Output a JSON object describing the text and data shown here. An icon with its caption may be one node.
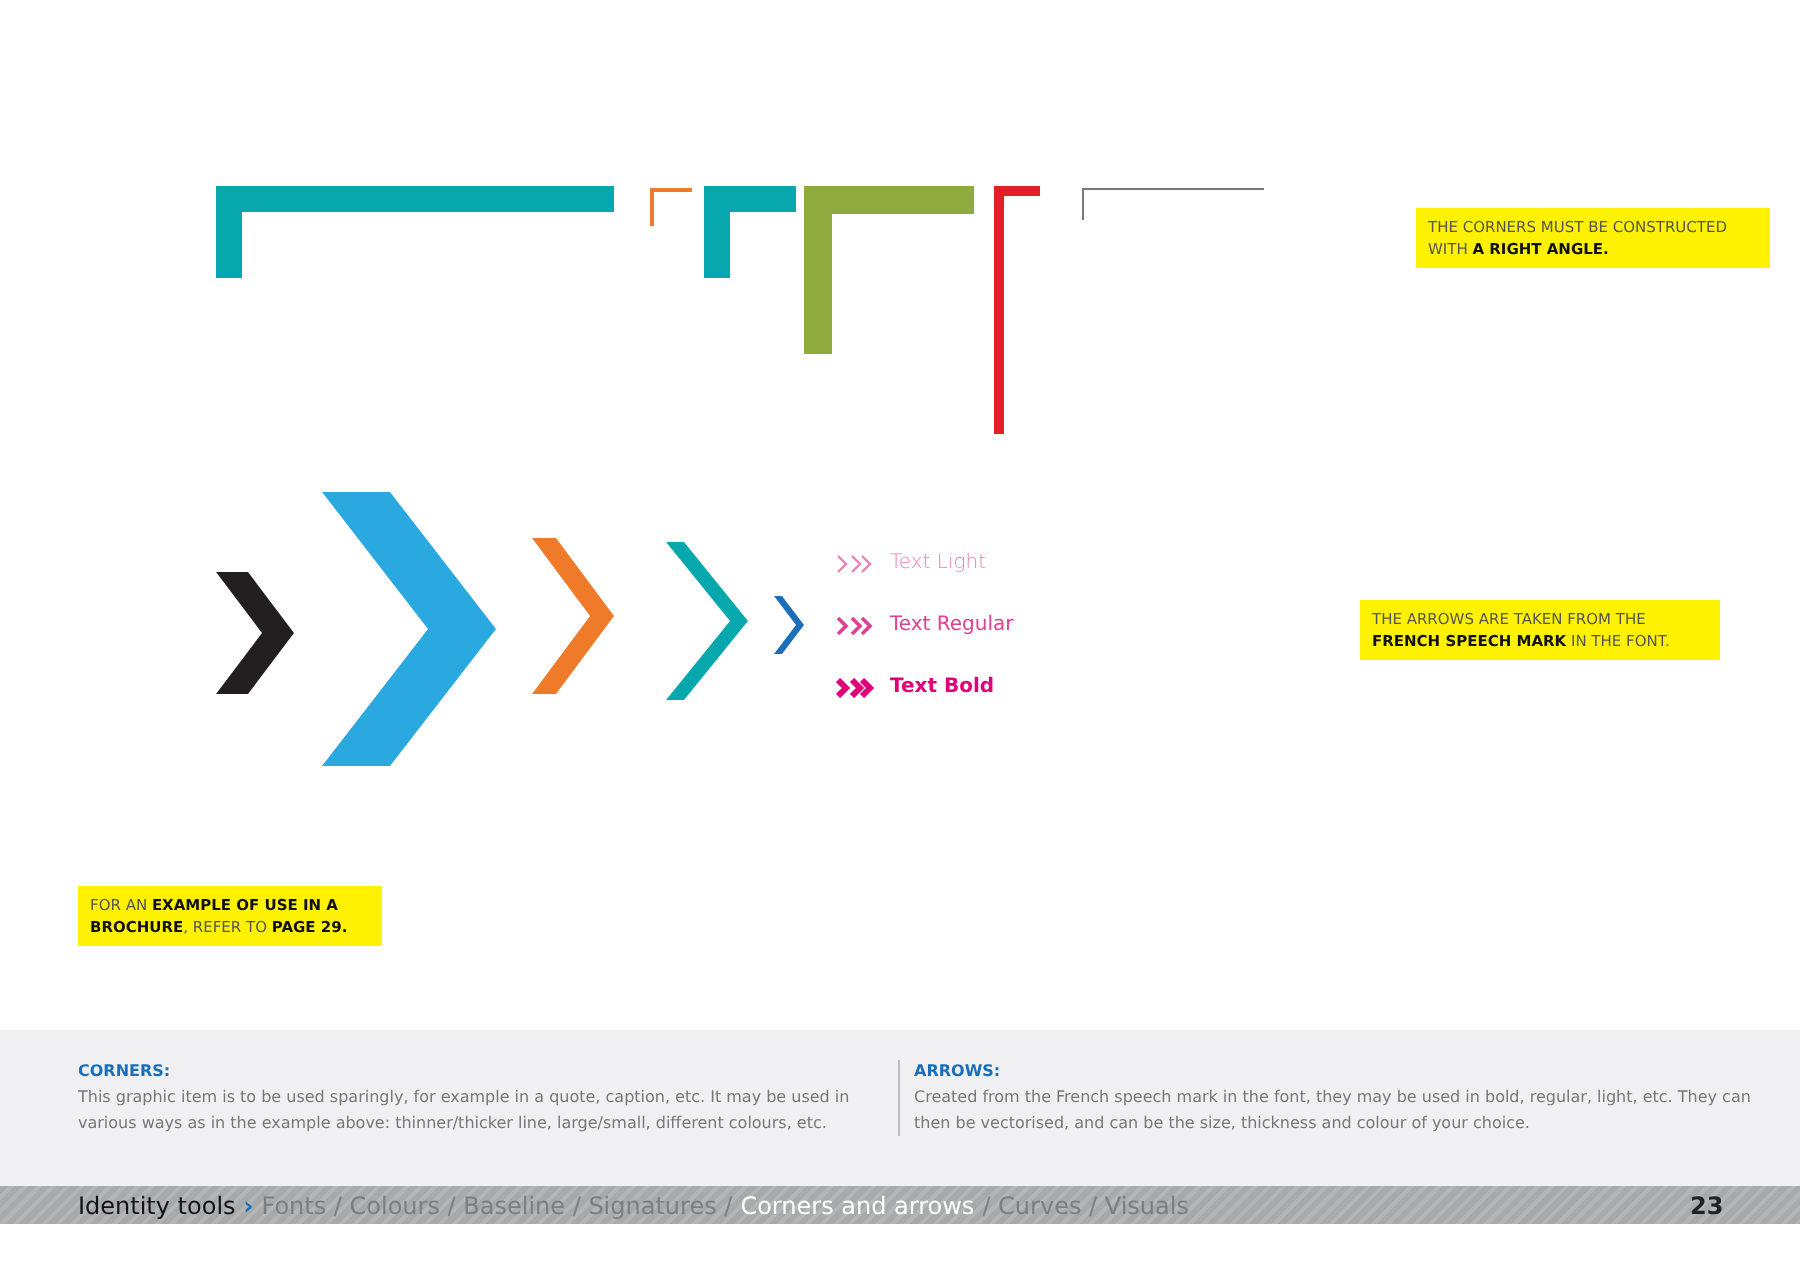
{
  "diagram": {
    "labels": [
      "THE CORNERS MUST BE CONSTRUCTED WITH **A RIGHT ANGLE.**",
      "Text Light",
      "Text Regular",
      "THE ARROWS ARE TAKEN FROM THE **FRENCH SPEECH MARK** IN THE FONT.",
      "Text Bold",
      "FOR AN **EXAMPLE OF USE IN A BROCHURE**, REFER TO **PAGE 29.**",
      "CORNERS:",
      "This graphic item is to be used sparingly, for example in a quote, caption, etc. It may be used in various ways as in the example above: thinner/thicker line, large/small, different colours, etc.",
      "ARROWS:",
      "Created from the French speech mark in the font, they may be used in bold, regular, light, etc. They can then be vectorised, and can be the size, thickness and colour of your choice.",
      "Identity tools",
      "›",
      "Fonts / Colours / Baseline / Signatures /",
      "Corners and arrows",
      "/ Curves / Visuals",
      "23"
    ]
  }
}
